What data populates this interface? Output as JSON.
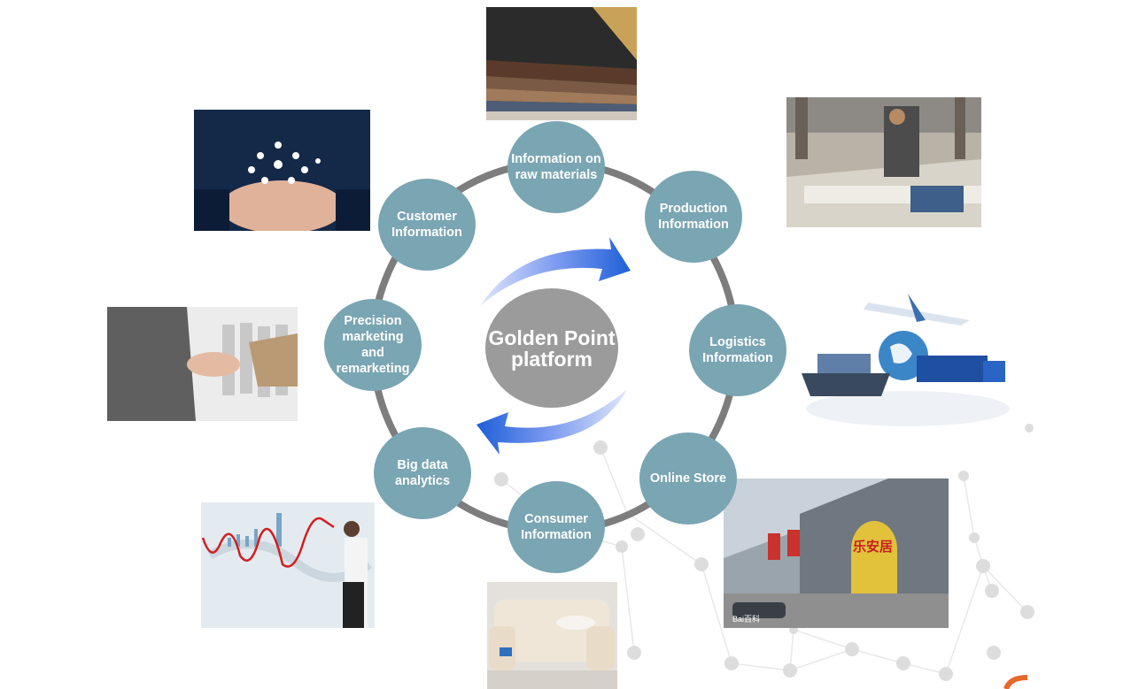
{
  "center": {
    "label": "Golden Point\nplatform"
  },
  "nodes": [
    {
      "id": "raw-materials",
      "label": "Information on\nraw materials"
    },
    {
      "id": "production",
      "label": "Production\nInformation"
    },
    {
      "id": "logistics",
      "label": "Logistics\nInformation"
    },
    {
      "id": "online-store",
      "label": "Online Store"
    },
    {
      "id": "consumer",
      "label": "Consumer\nInformation"
    },
    {
      "id": "big-data",
      "label": "Big data\nanalytics"
    },
    {
      "id": "precision-marketing",
      "label": "Precision\nmarketing\nand\nremarketing"
    },
    {
      "id": "customer",
      "label": "Customer\nInformation"
    }
  ],
  "photos": {
    "store_sign": "乐安居",
    "watermark": "Bai百科"
  },
  "colors": {
    "node_fill": "#7aa5b3",
    "center_fill": "#9b9b9b",
    "ring": "#7d7d7d",
    "arrow": "#1f5fd8",
    "network_dots": "#dddddd"
  }
}
